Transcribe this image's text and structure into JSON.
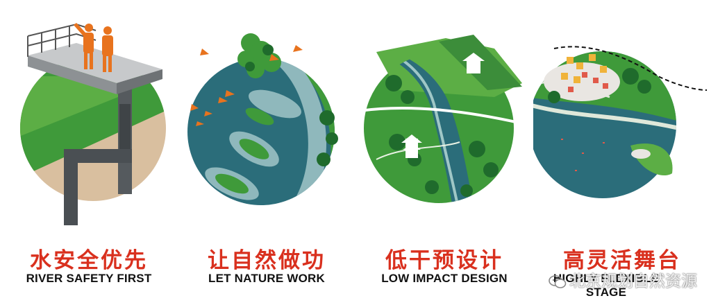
{
  "colors": {
    "title_red": "#d9301e",
    "green": "#3f9a3a",
    "dark_green": "#1f6b2c",
    "teal": "#2b6d7a",
    "sand": "#d9bf9f",
    "orange": "#e8731e"
  },
  "panels": [
    {
      "title_cn": "水安全优先",
      "title_en": "RIVER SAFETY FIRST"
    },
    {
      "title_cn": "让自然做功",
      "title_en": "LET NATURE WORK"
    },
    {
      "title_cn": "低干预设计",
      "title_en": "LOW IMPACT DESIGN"
    },
    {
      "title_cn": "高灵活舞台",
      "title_en": "HIGHLY FLEXIBLE STAGE"
    }
  ],
  "watermark": {
    "text": "北京规划自然资源",
    "icon": "wechat-icon"
  }
}
